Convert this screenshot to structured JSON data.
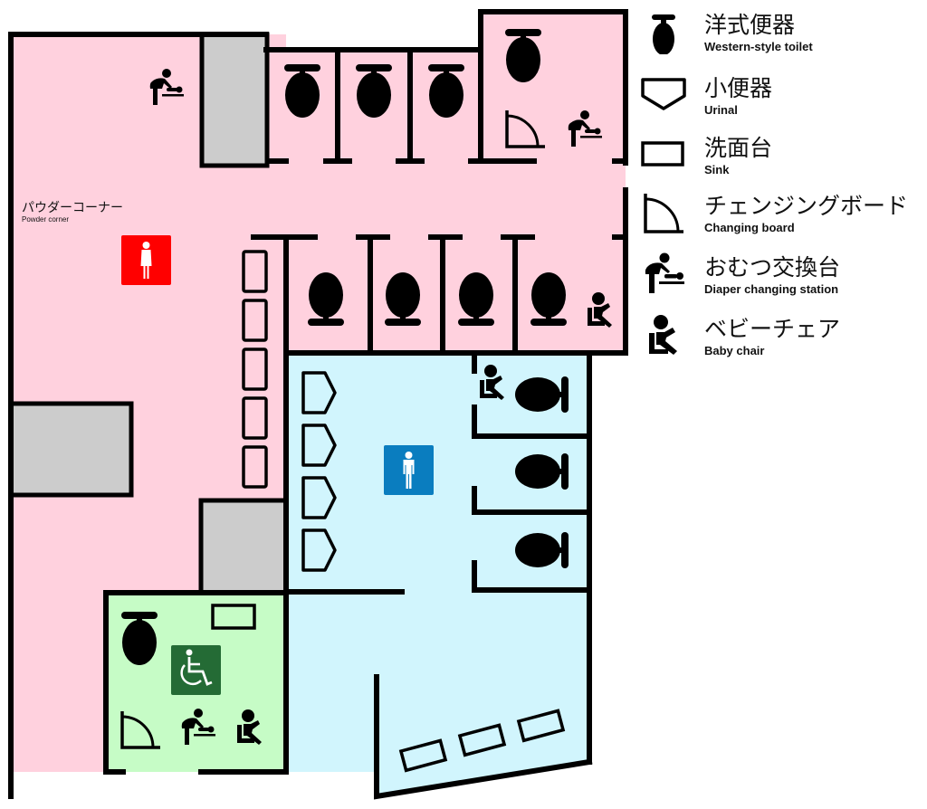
{
  "legend": {
    "items": [
      {
        "icon": "western-toilet-icon",
        "jp": "洋式便器",
        "en": "Western-style toilet"
      },
      {
        "icon": "urinal-icon",
        "jp": "小便器",
        "en": "Urinal"
      },
      {
        "icon": "sink-icon",
        "jp": "洗面台",
        "en": "Sink"
      },
      {
        "icon": "changing-board-icon",
        "jp": "チェンジングボード",
        "en": "Changing board"
      },
      {
        "icon": "diaper-changing-icon",
        "jp": "おむつ交換台",
        "en": "Diaper changing station"
      },
      {
        "icon": "baby-chair-icon",
        "jp": "ベビーチェア",
        "en": "Baby chair"
      }
    ]
  },
  "areas": {
    "womens": {
      "label_jp": "パウダーコーナー",
      "label_en": "Powder corner",
      "fill": "#ffd1de",
      "sign_color": "#ff0000",
      "sign": "female-sign"
    },
    "mens": {
      "fill": "#d1f5fd",
      "sign_color": "#0a7dbf",
      "sign": "male-sign"
    },
    "accessible": {
      "fill": "#c6fcc6",
      "sign_color": "#246b35",
      "sign": "wheelchair-sign"
    },
    "service": {
      "fill": "#cccccc"
    }
  },
  "counts": {
    "womens_toilets": 8,
    "womens_sinks": 5,
    "mens_urinals": 4,
    "mens_toilets": 3,
    "mens_sinks": 3,
    "accessible_toilets": 1,
    "accessible_sinks": 1
  }
}
